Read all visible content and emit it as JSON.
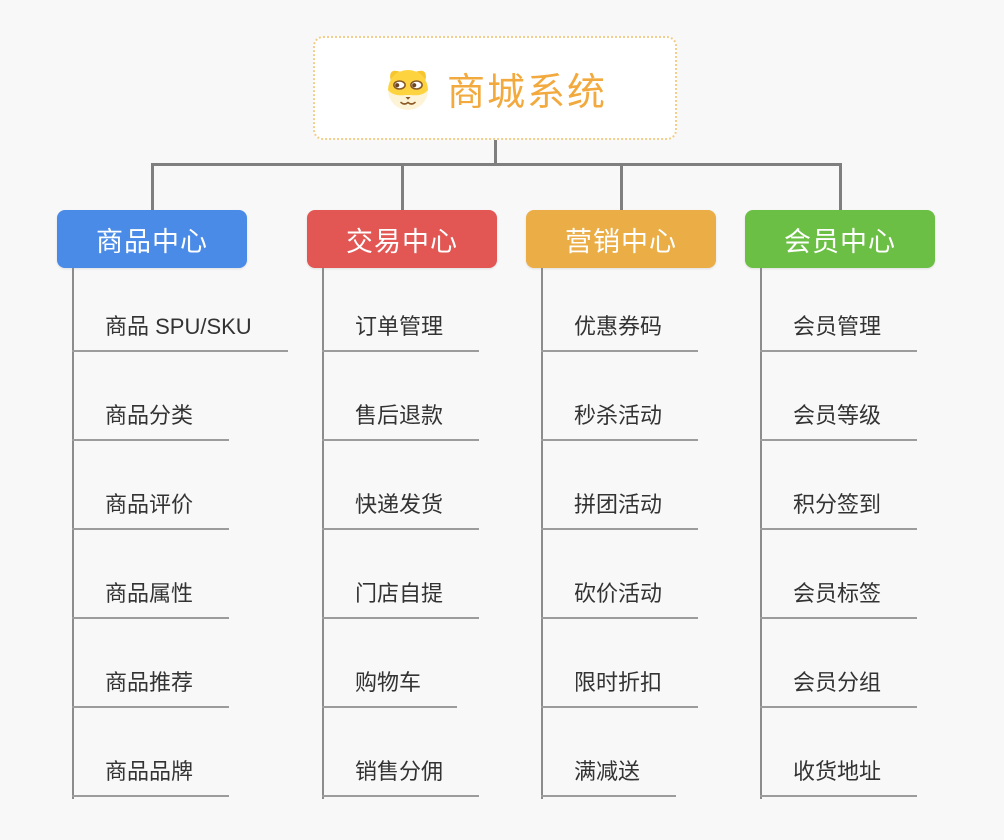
{
  "root": {
    "title": "商城系统",
    "icon": "dog-face-icon"
  },
  "branches": [
    {
      "label": "商品中心",
      "color": "#4a8be8",
      "items": [
        "商品 SPU/SKU",
        "商品分类",
        "商品评价",
        "商品属性",
        "商品推荐",
        "商品品牌"
      ]
    },
    {
      "label": "交易中心",
      "color": "#e25754",
      "items": [
        "订单管理",
        "售后退款",
        "快递发货",
        "门店自提",
        "购物车",
        "销售分佣"
      ]
    },
    {
      "label": "营销中心",
      "color": "#ebad45",
      "items": [
        "优惠券码",
        "秒杀活动",
        "拼团活动",
        "砍价活动",
        "限时折扣",
        "满减送"
      ]
    },
    {
      "label": "会员中心",
      "color": "#6cbf45",
      "items": [
        "会员管理",
        "会员等级",
        "积分签到",
        "会员标签",
        "会员分组",
        "收货地址"
      ]
    }
  ],
  "colors": {
    "background": "#f8f8f8",
    "root_border": "#f3cd8c",
    "root_text": "#f2a93d",
    "connector": "#7f7f7f",
    "leaf_line": "#9c9c9c",
    "leaf_text": "#333333"
  }
}
